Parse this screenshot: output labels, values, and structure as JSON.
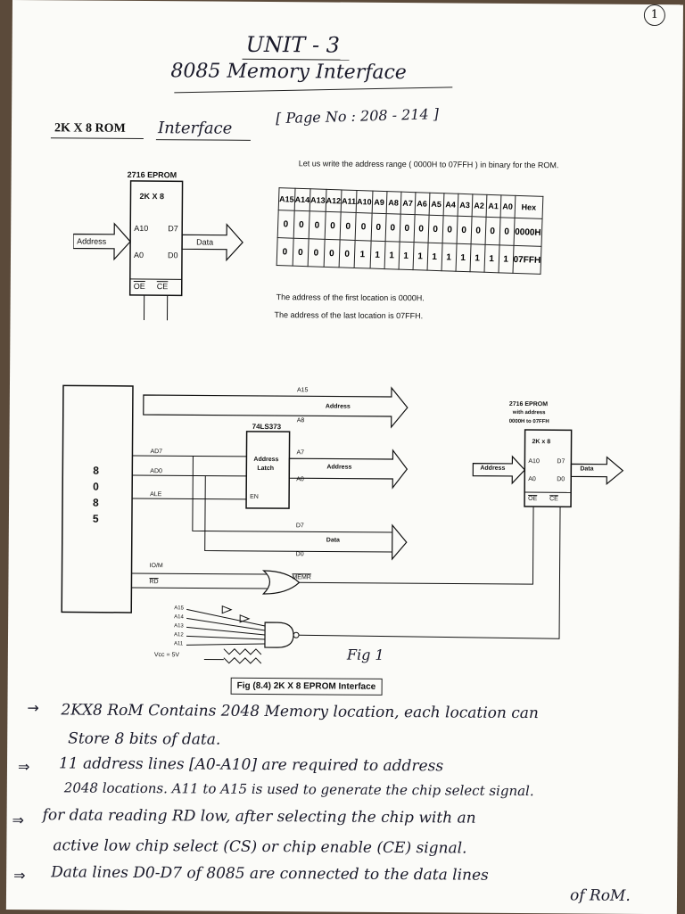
{
  "page_number": "1",
  "header": {
    "unit": "UNIT - 3",
    "subtitle": "8085 Memory Interface"
  },
  "section": {
    "title": "2K X 8 ROM",
    "title_hand": "Interface",
    "page_ref": "[ Page No : 208 - 214 ]"
  },
  "eprom_block": {
    "label": "2716 EPROM",
    "size": "2K X 8",
    "pin_a10": "A10",
    "pin_a0": "A0",
    "pin_d7": "D7",
    "pin_d0": "D0",
    "oe": "OE",
    "ce": "CE",
    "address_label": "Address",
    "data_label": "Data"
  },
  "address_range": {
    "intro": "Let us write the address range ( 0000H to 07FFH ) in binary for the ROM.",
    "headers": [
      "A15",
      "A14",
      "A13",
      "A12",
      "A11",
      "A10",
      "A9",
      "A8",
      "A7",
      "A6",
      "A5",
      "A4",
      "A3",
      "A2",
      "A1",
      "A0",
      "Hex"
    ],
    "rows": [
      [
        "0",
        "0",
        "0",
        "0",
        "0",
        "0",
        "0",
        "0",
        "0",
        "0",
        "0",
        "0",
        "0",
        "0",
        "0",
        "0",
        "0000H"
      ],
      [
        "0",
        "0",
        "0",
        "0",
        "0",
        "1",
        "1",
        "1",
        "1",
        "1",
        "1",
        "1",
        "1",
        "1",
        "1",
        "1",
        "07FFH"
      ]
    ],
    "first_location": "The address of the first location is 0000H.",
    "last_location": "The address of the last location is 07FFH."
  },
  "figure": {
    "cpu": [
      "8",
      "0",
      "8",
      "5"
    ],
    "a15": "A15",
    "a8": "A8",
    "address_top": "Address",
    "latch_part": "74LS373",
    "latch_label_1": "Address",
    "latch_label_2": "Latch",
    "latch_en": "EN",
    "ad7": "AD7",
    "ad0": "AD0",
    "ale": "ALE",
    "latch_a7": "A7",
    "latch_a0": "A0",
    "address_mid": "Address",
    "d7": "D7",
    "d0": "D0",
    "data_bottom": "Data",
    "io_m": "IO/M",
    "rd": "RD",
    "memr": "MEMR",
    "vcc": "Vcc = 5V",
    "inputs": [
      "A15",
      "A14",
      "A13",
      "A12",
      "A11"
    ],
    "eprom_title_1": "2716 EPROM",
    "eprom_title_2": "with address",
    "eprom_title_3": "0000H to 07FFH",
    "eprom_size": "2K x 8",
    "eprom_a10": "A10",
    "eprom_a0": "A0",
    "eprom_d7": "D7",
    "eprom_d0": "D0",
    "eprom_oe": "OE",
    "eprom_ce": "CE",
    "eprom_address": "Address",
    "eprom_data": "Data",
    "fig_hand": "Fig 1",
    "caption": "Fig (8.4)   2K X 8  EPROM Interface"
  },
  "notes": [
    {
      "bullet": "→",
      "lines": [
        "2KX8 RoM Contains 2048 Memory location, each location can",
        "Store 8 bits of data."
      ]
    },
    {
      "bullet": "⇒",
      "lines": [
        "11 address lines [A0-A10] are required    to address",
        "2048 locations. A11 to A15 is used to generate the chip select signal."
      ]
    },
    {
      "bullet": "⇒",
      "lines": [
        "for data reading RD low, after selecting the  chip with an",
        "active low chip select (CS)  or chip enable (CE) signal."
      ]
    },
    {
      "bullet": "⇒",
      "lines": [
        "Data lines D0-D7 of 8085 are connected to the data lines",
        "of RoM."
      ]
    }
  ]
}
